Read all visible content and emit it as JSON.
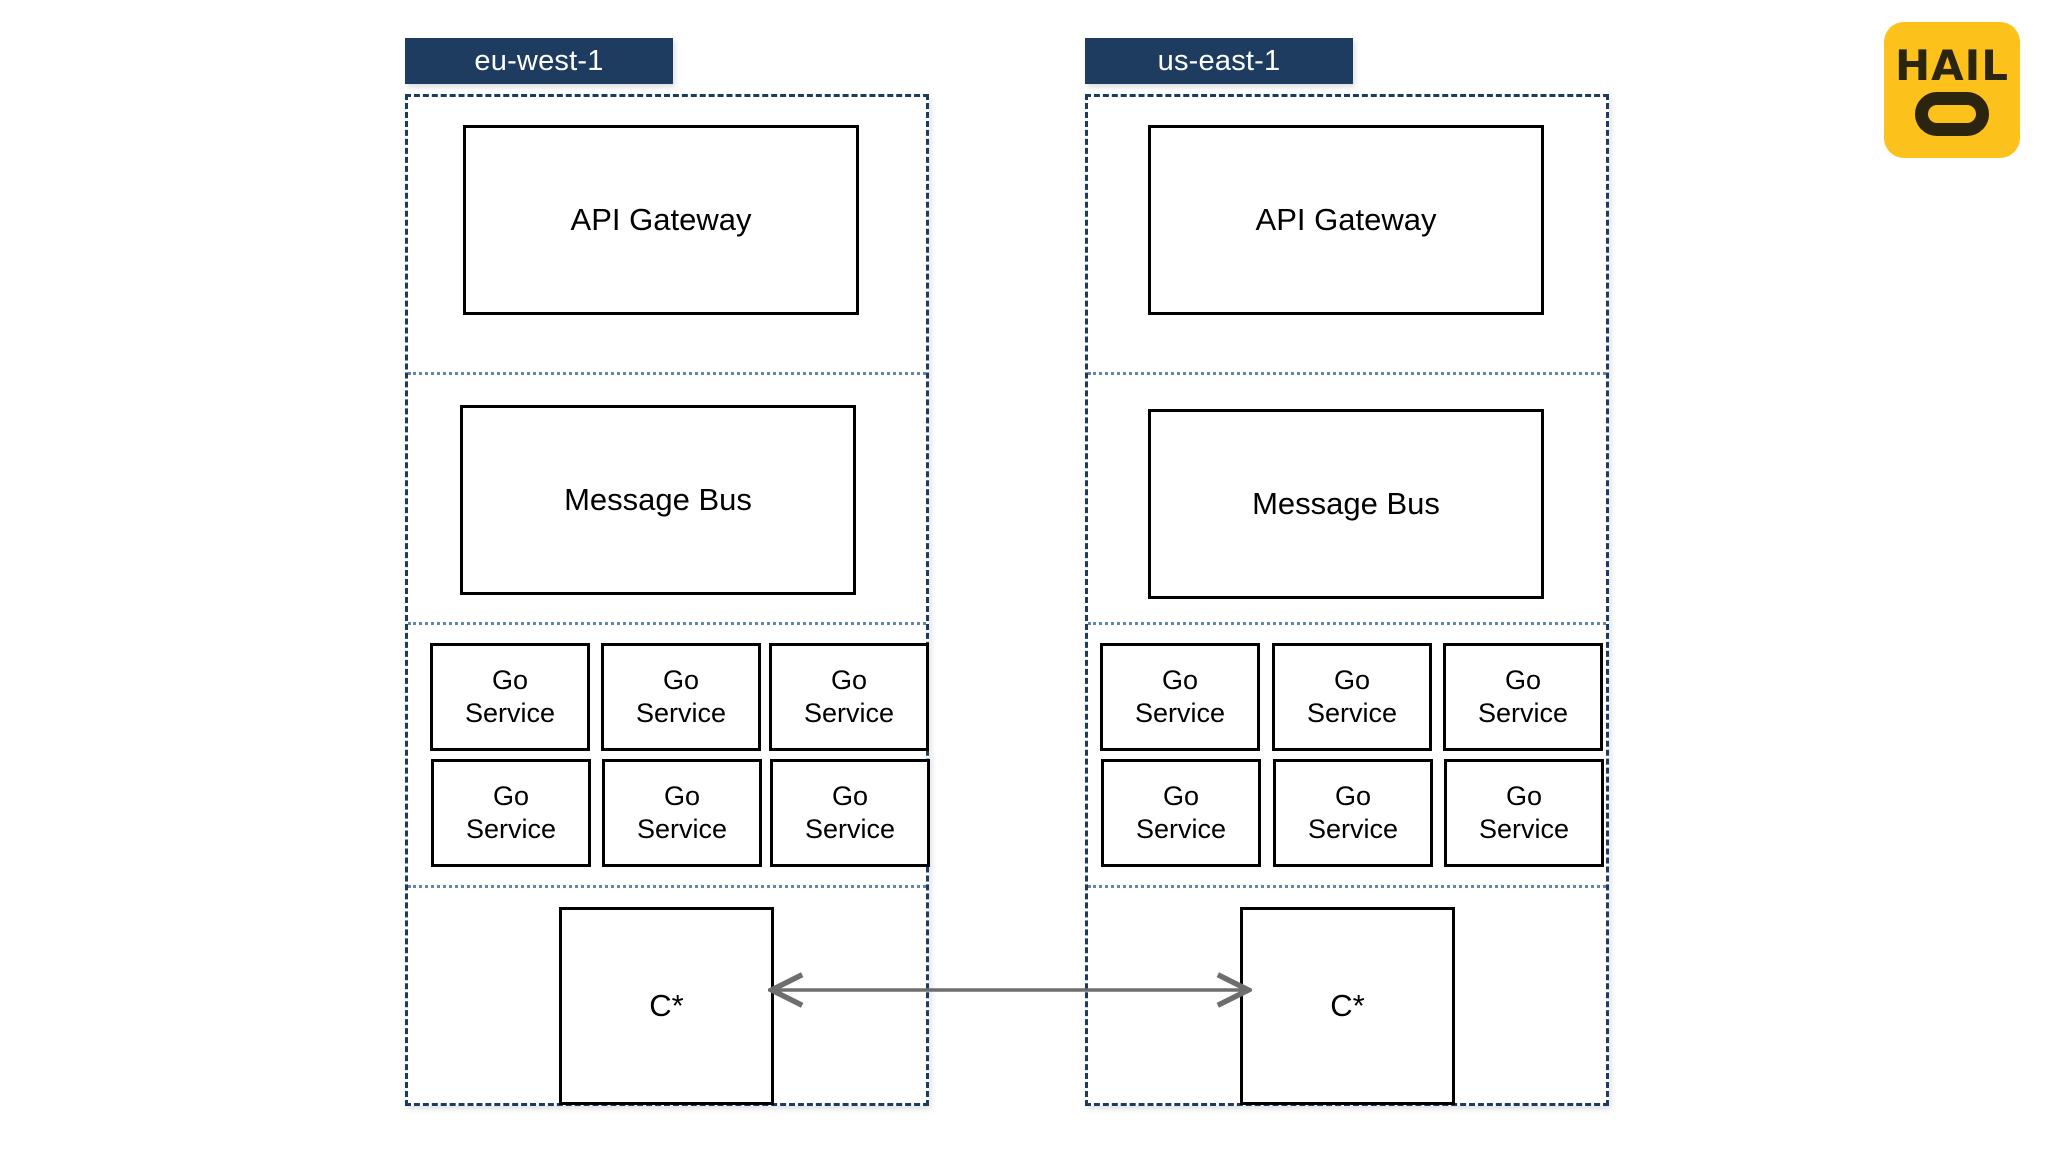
{
  "diagram": {
    "type": "multi-region-architecture",
    "regions": [
      {
        "id": "eu-west-1",
        "label": "eu-west-1",
        "lanes": [
          {
            "id": "gateway",
            "nodes": [
              {
                "label": "API Gateway"
              }
            ]
          },
          {
            "id": "messaging",
            "nodes": [
              {
                "label": "Message Bus"
              }
            ]
          },
          {
            "id": "services",
            "nodes": [
              {
                "label": "Go\nService"
              },
              {
                "label": "Go\nService"
              },
              {
                "label": "Go\nService"
              },
              {
                "label": "Go\nService"
              },
              {
                "label": "Go\nService"
              },
              {
                "label": "Go\nService"
              }
            ]
          },
          {
            "id": "database",
            "nodes": [
              {
                "label": "C*"
              }
            ]
          }
        ]
      },
      {
        "id": "us-east-1",
        "label": "us-east-1",
        "lanes": [
          {
            "id": "gateway",
            "nodes": [
              {
                "label": "API Gateway"
              }
            ]
          },
          {
            "id": "messaging",
            "nodes": [
              {
                "label": "Message Bus"
              }
            ]
          },
          {
            "id": "services",
            "nodes": [
              {
                "label": "Go\nService"
              },
              {
                "label": "Go\nService"
              },
              {
                "label": "Go\nService"
              },
              {
                "label": "Go\nService"
              },
              {
                "label": "Go\nService"
              },
              {
                "label": "Go\nService"
              }
            ]
          },
          {
            "id": "database",
            "nodes": [
              {
                "label": "C*"
              }
            ]
          }
        ]
      }
    ],
    "connections": [
      {
        "id": "cross-region-replication",
        "from": "eu-west-1.database",
        "to": "us-east-1.database",
        "direction": "bidirectional",
        "label": ""
      }
    ]
  },
  "colors": {
    "region_header_bg": "#1d3c60",
    "region_header_text": "#ffffff",
    "region_border": "#1d3a5f",
    "lane_divider": "#4a6fa5",
    "node_border": "#000000",
    "node_bg": "#ffffff",
    "arrow": "#6e6e6e",
    "logo_bg": "#fcc21b",
    "logo_fg": "#2b2510",
    "canvas_bg": "#ffffff"
  },
  "logo": {
    "name": "hail-logo",
    "wordmark": "HAIL"
  }
}
